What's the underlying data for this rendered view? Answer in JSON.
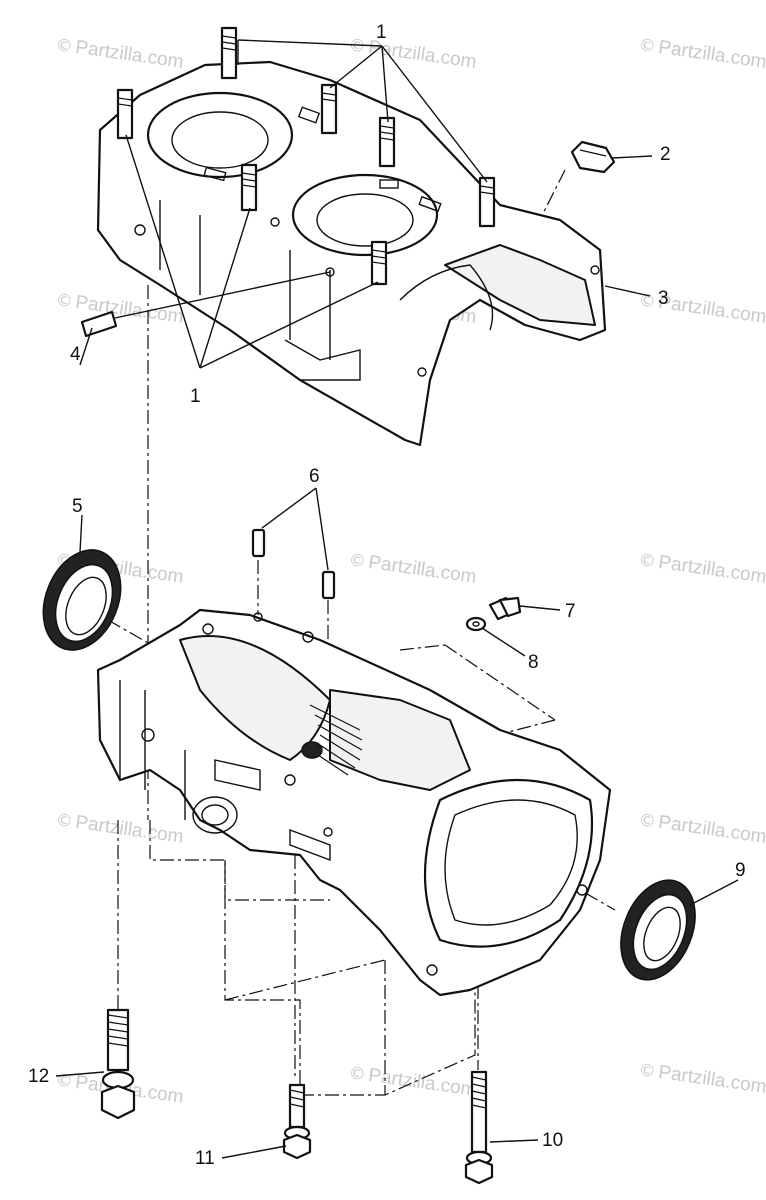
{
  "watermark": {
    "symbol": "©",
    "text": "Partzilla.com"
  },
  "callouts": [
    {
      "label": "1"
    },
    {
      "label": "1"
    },
    {
      "label": "2"
    },
    {
      "label": "3"
    },
    {
      "label": "4"
    },
    {
      "label": "5"
    },
    {
      "label": "6"
    },
    {
      "label": "7"
    },
    {
      "label": "8"
    },
    {
      "label": "9"
    },
    {
      "label": "10"
    },
    {
      "label": "11"
    },
    {
      "label": "12"
    }
  ]
}
